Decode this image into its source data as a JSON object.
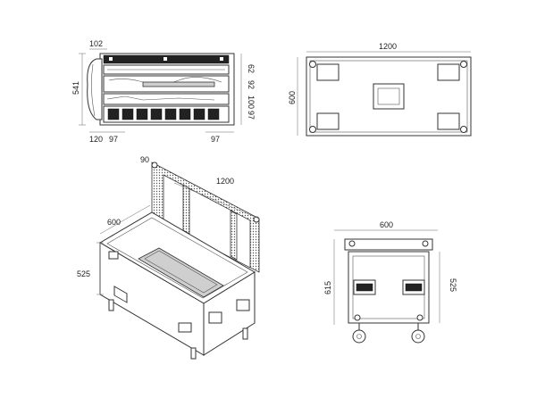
{
  "top_view": {
    "dims": {
      "d102": "102",
      "d62": "62",
      "d92": "92",
      "d541": "541",
      "d100": "100",
      "d97_right": "97",
      "d120": "120",
      "d97_left": "97",
      "d97_bottom": "97"
    }
  },
  "plan_view": {
    "width": "1200",
    "depth": "600"
  },
  "iso_view": {
    "lid_thickness": "90",
    "length": "1200",
    "width": "600",
    "height": "525"
  },
  "side_view": {
    "width": "600",
    "total_height": "615",
    "body_height": "525"
  }
}
